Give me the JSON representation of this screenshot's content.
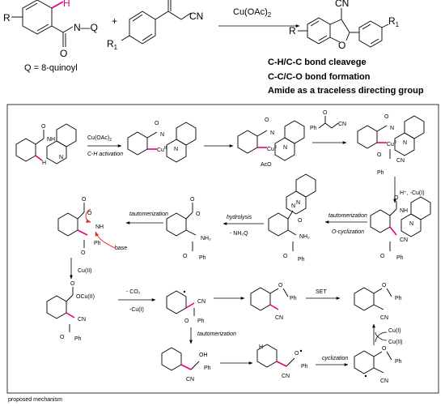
{
  "header": {
    "reactant_r_label": "R",
    "reactant_h_label": "H",
    "reactant_nhq_label": "N—Q",
    "reactant_o_label": "O",
    "q_definition": "Q = 8-quinoyl",
    "plus_sign": "+",
    "ketone_r1_label": "R",
    "ketone_r1_sub": "1",
    "ketone_o_label": "O",
    "ketone_cn_label": "CN",
    "reagent_label": "Cu(OAc)",
    "reagent_sub": "2",
    "product_cn_label": "CN",
    "product_r_label": "R",
    "product_o_label": "O",
    "product_r1_label": "R",
    "product_r1_sub": "1"
  },
  "highlights": [
    "C-H/C-C bond cleavege",
    "C-C/C-O bond formation",
    "Amide as a traceless directing group"
  ],
  "mechanism": {
    "reagent1": "Cu(OAc)",
    "reagent1_sub": "2",
    "step_ch_activation": "C-H activation",
    "cu2_label": "Cu",
    "cu2_sup": "II",
    "aco_label": "AcO",
    "cyanoketone_cn": "CN",
    "cyanoketone_o": "O",
    "cyanoketone_ph": "Ph",
    "h_cu_label": "H⁺, -Cu(I)",
    "tautomerization_1": "tautomerization",
    "o_cyclization": "O-cyclization",
    "hydrolysis": "hydrolysis",
    "minus_nh2q": "- NH₂Q",
    "nh2_label": "NH₂",
    "tautomerization_2": "tautomerization",
    "base_label": "base",
    "nh_label": "NH",
    "cu2_reagent": "Cu(II)",
    "ocu_label": "OCu(II)",
    "minus_co2": "- CO₂",
    "minus_cu1": "-Cu(I)",
    "set_label": "SET",
    "tautomerization_3": "tautomerization",
    "cyclization": "cyclization",
    "oh_label": "OH",
    "cu1_regen": "Cu(I)",
    "cu2_regen": "Cu(II)",
    "ph_label": "Ph",
    "cn_label": "CN",
    "o_label": "O",
    "n_label": "N",
    "h_label": "H"
  },
  "footer": {
    "caption": "proposed mechanism"
  },
  "colors": {
    "highlight_bond": "#e6007e",
    "curved_arrow": "#e0302a",
    "frame": "#000000"
  }
}
